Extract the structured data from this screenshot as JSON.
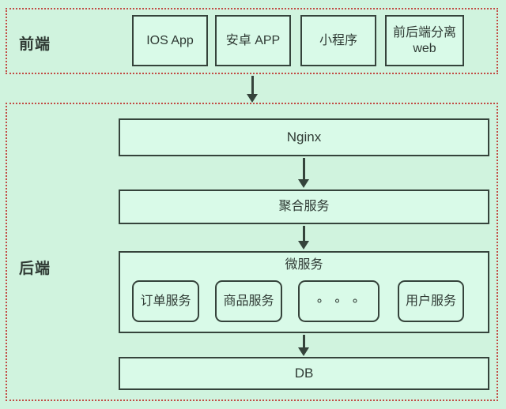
{
  "colors": {
    "background": "#d0f3de",
    "box-fill": "#d9fae8",
    "line": "#35433b",
    "text": "#2f3a34",
    "dash": "#c14b44"
  },
  "frontend": {
    "label": "前端",
    "items": [
      {
        "label": "IOS App"
      },
      {
        "label": "安卓 APP"
      },
      {
        "label": "小程序"
      },
      {
        "label": "前后端分离 web"
      }
    ]
  },
  "backend": {
    "label": "后端",
    "nginx_label": "Nginx",
    "aggregation_label": "聚合服务",
    "microservices": {
      "label": "微服务",
      "items": [
        {
          "label": "订单服务"
        },
        {
          "label": "商品服务"
        },
        {
          "label": "∘ ∘ ∘"
        },
        {
          "label": "用户服务"
        }
      ]
    },
    "db_label": "DB"
  }
}
